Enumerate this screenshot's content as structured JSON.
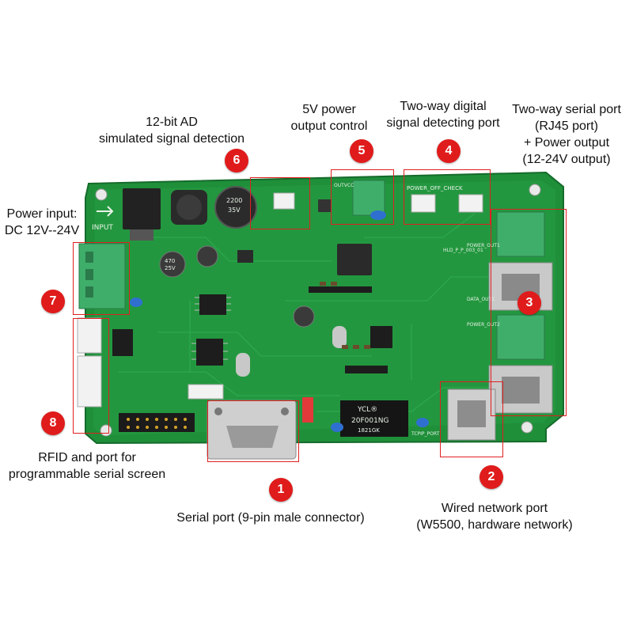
{
  "colors": {
    "board": "#1f8f3a",
    "badge": "#e01b1b",
    "frame": "#e02020",
    "terminal": "#3fae6a"
  },
  "callouts": [
    {
      "number": "1",
      "lines": [
        "Serial port (9-pin male connector)"
      ]
    },
    {
      "number": "2",
      "lines": [
        "Wired network port",
        "(W5500, hardware network)"
      ]
    },
    {
      "number": "3",
      "lines": [
        "Two-way serial port",
        "(RJ45 port)",
        "+ Power output",
        "(12-24V output)"
      ]
    },
    {
      "number": "4",
      "lines": [
        "Two-way digital",
        "signal detecting port"
      ]
    },
    {
      "number": "5",
      "lines": [
        "5V power",
        "output control"
      ]
    },
    {
      "number": "6",
      "lines": [
        "12-bit AD",
        "simulated signal detection"
      ]
    },
    {
      "number": "7",
      "lines": [
        "Power input:",
        "DC 12V--24V"
      ]
    },
    {
      "number": "8",
      "lines": [
        "RFID and port for",
        "programmable serial screen"
      ]
    }
  ],
  "silkscreen": {
    "input": "INPUT",
    "power_off_check": "POWER_OFF_CHECK",
    "out_ctrl": "OUTVCC",
    "power_out1": "POWER_OUT1",
    "data_out1": "DATA_OUT1",
    "power_out2": "POWER_OUT2",
    "board_id": "HLD_P_P_003_01",
    "tcpip_port": "TCPIP_PORT",
    "cap_2200": "2200",
    "cap_35v": "35V",
    "cap_470": "470",
    "cap_25v": "25V",
    "magnetics_top": "YCL®",
    "magnetics_part": "20F001NG",
    "magnetics_code": "1821GK"
  }
}
